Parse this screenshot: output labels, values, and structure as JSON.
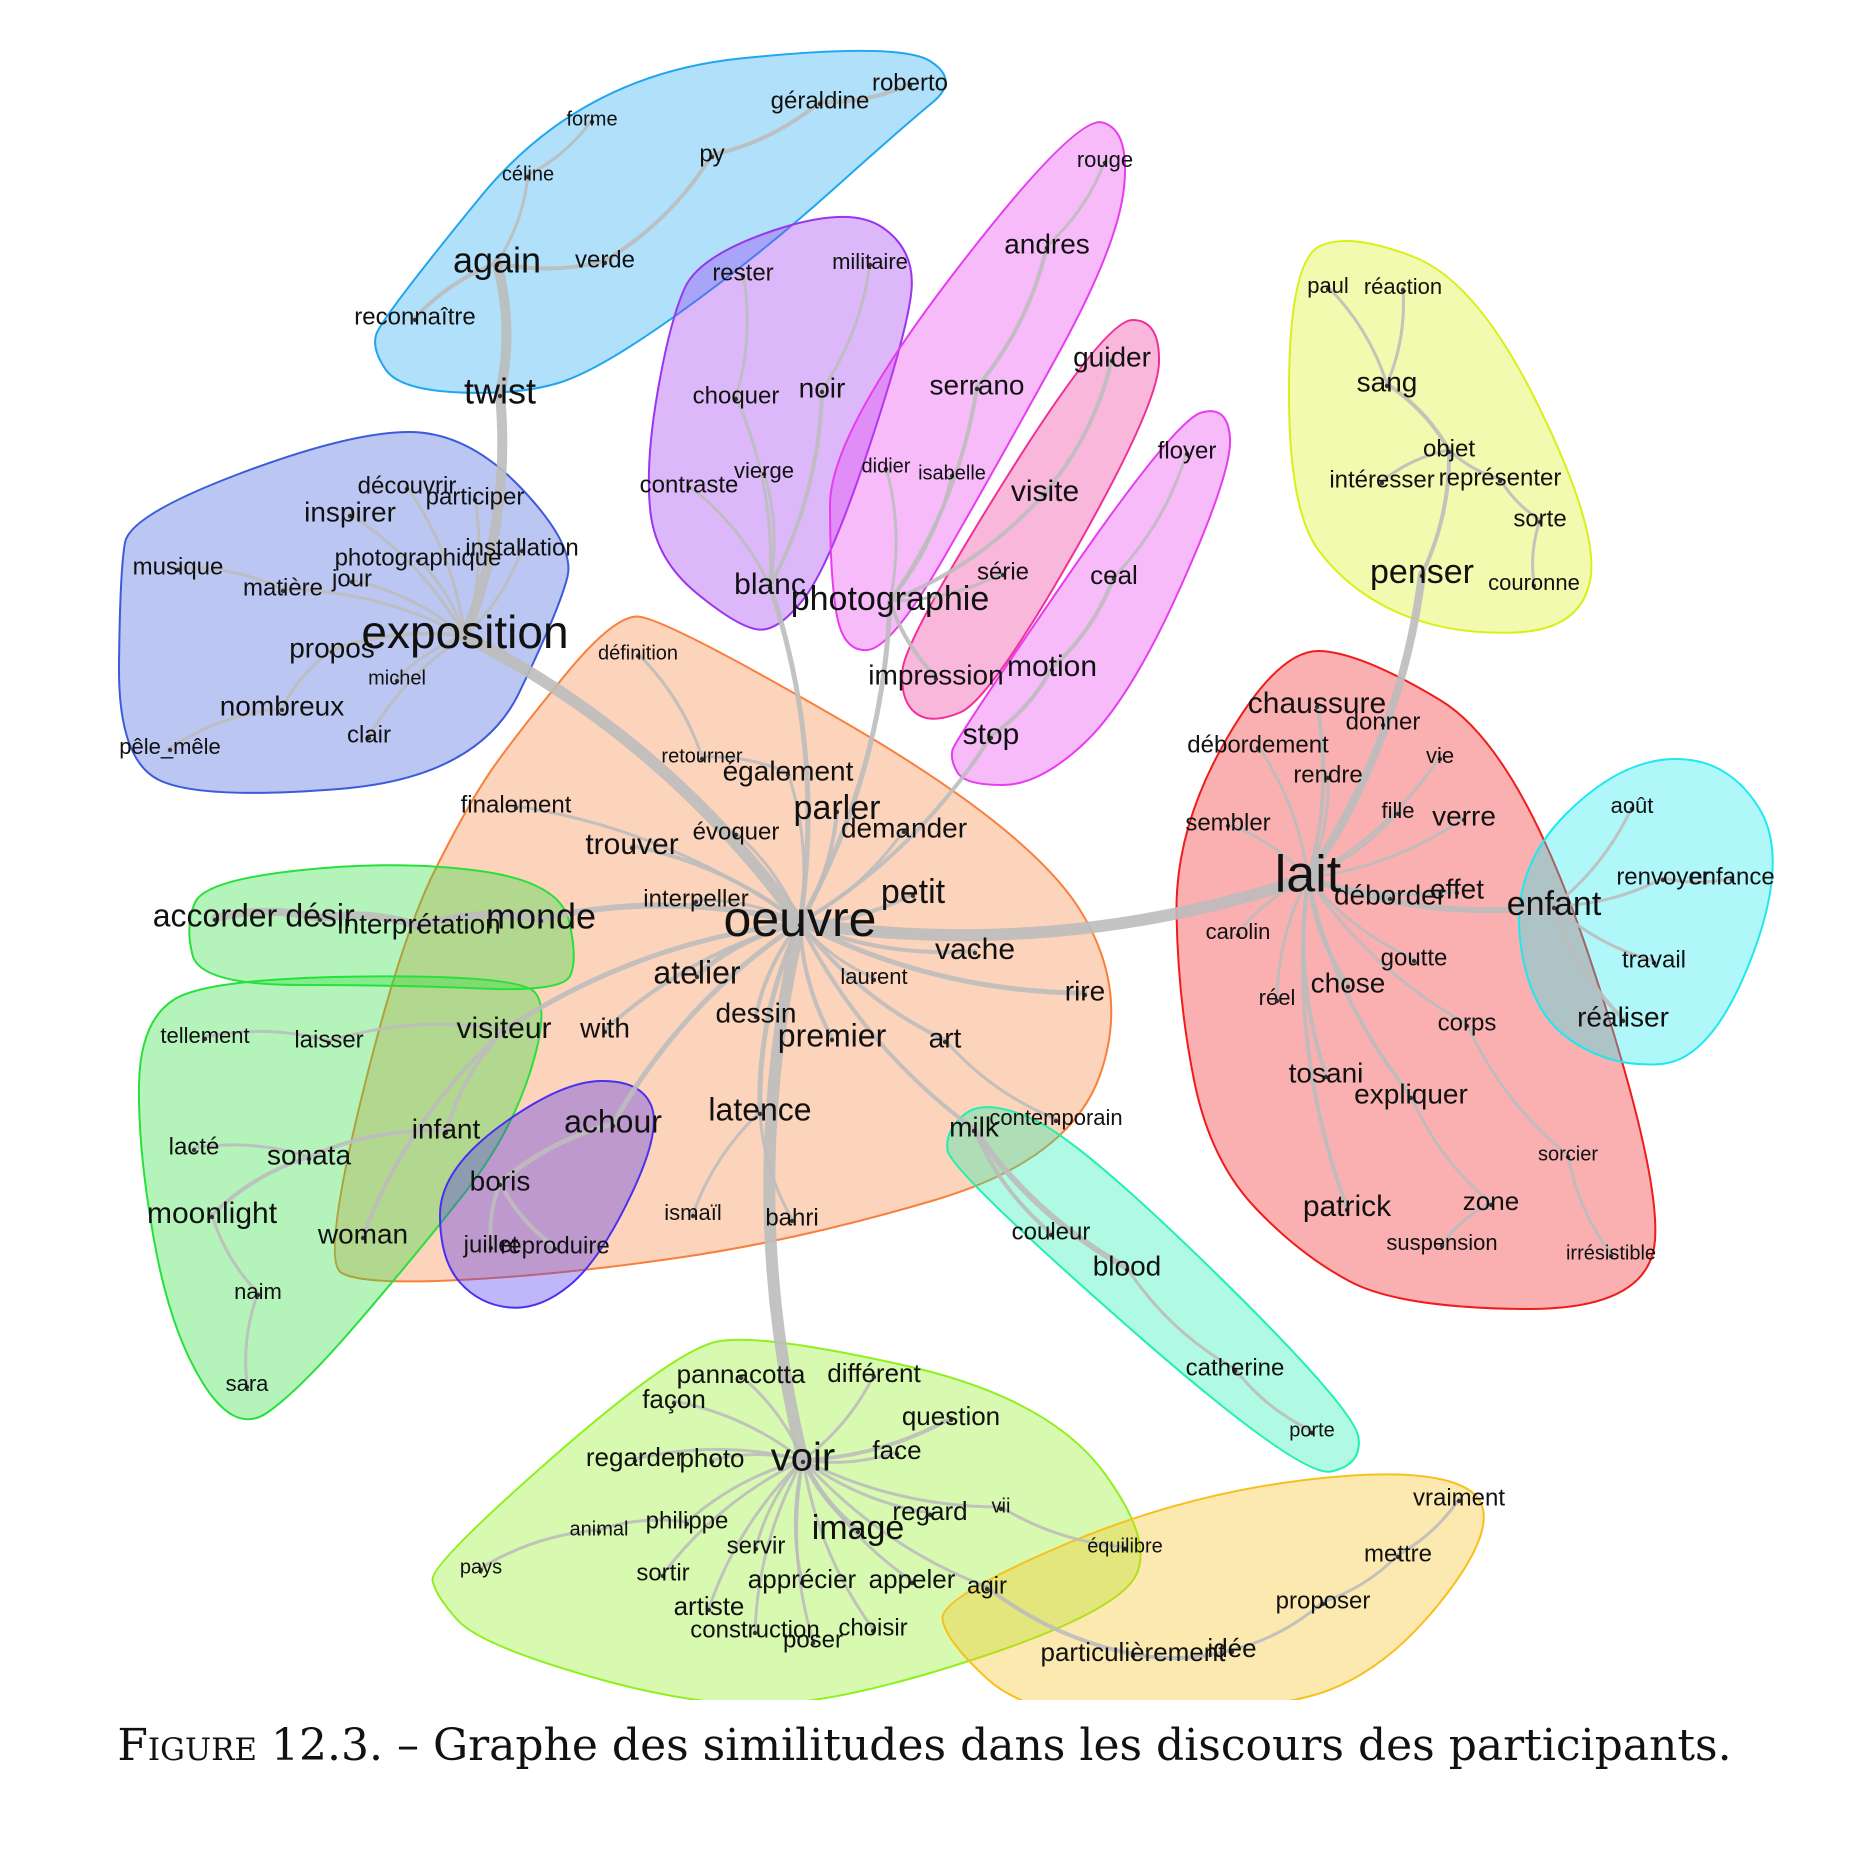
{
  "caption": {
    "label": "Figure 12.3.",
    "text": "– Graphe des similitudes dans les discours des participants."
  },
  "communities": [
    {
      "id": "blue",
      "color": "#1ea7f0"
    },
    {
      "id": "indigo",
      "color": "#3b5bdb"
    },
    {
      "id": "purple",
      "color": "#9b34f0"
    },
    {
      "id": "magenta",
      "color": "#e83cf0"
    },
    {
      "id": "pink",
      "color": "#f0309a"
    },
    {
      "id": "yellow",
      "color": "#d8f018"
    },
    {
      "id": "orange",
      "color": "#f7803c"
    },
    {
      "id": "red",
      "color": "#f01c1c"
    },
    {
      "id": "cyan",
      "color": "#1ee8f0"
    },
    {
      "id": "green",
      "color": "#28e03c"
    },
    {
      "id": "violet",
      "color": "#4a2ff0"
    },
    {
      "id": "teal",
      "color": "#1ef0b0"
    },
    {
      "id": "lime",
      "color": "#8ef01c"
    },
    {
      "id": "amber",
      "color": "#f7c01c"
    }
  ],
  "words": {
    "oeuvre": "oeuvre",
    "exposition": "exposition",
    "lait": "lait",
    "voir": "voir",
    "again": "again",
    "twist": "twist",
    "verde": "verde",
    "py": "py",
    "geraldine": "géraldine",
    "roberto": "roberto",
    "forme": "forme",
    "celine": "céline",
    "reconnaitre": "reconnaître",
    "decouvrir": "découvrir",
    "participer": "participer",
    "inspirer": "inspirer",
    "photographique": "photographique",
    "installation": "installation",
    "musique": "musique",
    "matiere": "matière",
    "jour": "jour",
    "propos": "propos",
    "michel": "michel",
    "nombreux": "nombreux",
    "clair": "clair",
    "pele_mele": "pêle_mêle",
    "rester": "rester",
    "militaire": "militaire",
    "noir": "noir",
    "choquer": "choquer",
    "contraste": "contraste",
    "vierge": "vierge",
    "blanc": "blanc",
    "rouge": "rouge",
    "andres": "andres",
    "serrano": "serrano",
    "didier": "didier",
    "isabelle": "isabelle",
    "photographie": "photographie",
    "guider": "guider",
    "visite": "visite",
    "serie": "série",
    "impression": "impression",
    "floyer": "floyer",
    "ceal": "ceal",
    "motion": "motion",
    "stop": "stop",
    "paul": "paul",
    "reaction": "réaction",
    "sang": "sang",
    "objet": "objet",
    "interesser": "intéresser",
    "representer": "représenter",
    "sorte": "sorte",
    "penser": "penser",
    "couronne": "couronne",
    "chaussure": "chaussure",
    "donner": "donner",
    "debordement": "débordement",
    "vie": "vie",
    "rendre": "rendre",
    "fille": "fille",
    "verre": "verre",
    "sembler": "sembler",
    "deborder": "déborder",
    "effet": "effet",
    "carolin": "carolin",
    "goutte": "goutte",
    "chose": "chose",
    "reel": "réel",
    "corps": "corps",
    "tosani": "tosani",
    "expliquer": "expliquer",
    "sorcier": "sorcier",
    "patrick": "patrick",
    "zone": "zone",
    "suspension": "suspension",
    "irresistible": "irrésistible",
    "aout": "août",
    "renvoyer": "renvoyer",
    "enfance": "enfance",
    "enfant": "enfant",
    "travail": "travail",
    "realiser": "réaliser",
    "definition": "définition",
    "retourner": "retourner",
    "egalement": "également",
    "finalement": "finalement",
    "parler": "parler",
    "evoquer": "évoquer",
    "demander": "demander",
    "trouver": "trouver",
    "interpeller": "interpeller",
    "petit": "petit",
    "vache": "vache",
    "atelier": "atelier",
    "laurent": "laurent",
    "rire": "rire",
    "dessin": "dessin",
    "with": "with",
    "premier": "premier",
    "art": "art",
    "latence": "latence",
    "ismail": "ismaïl",
    "bahri": "bahri",
    "contemporain": "contemporain",
    "accorder": "accorder",
    "desir": "désir",
    "interpretation": "interprétation",
    "monde": "monde",
    "tellement": "tellement",
    "laisser": "laisser",
    "visiteur": "visiteur",
    "lacte": "lacté",
    "sonata": "sonata",
    "infant": "infant",
    "moonlight": "moonlight",
    "woman": "woman",
    "naim": "naim",
    "sara": "sara",
    "achour": "achour",
    "boris": "boris",
    "juillet": "juillet",
    "reproduire": "reproduire",
    "milk": "milk",
    "couleur": "couleur",
    "blood": "blood",
    "catherine": "catherine",
    "porte": "porte",
    "pannacotta": "pannacotta",
    "different": "différent",
    "facon": "façon",
    "question": "question",
    "regarder": "regarder",
    "photo": "photo",
    "face": "face",
    "vii": "vii",
    "regard": "regard",
    "animal": "animal",
    "philippe": "philippe",
    "image": "image",
    "pays": "pays",
    "servir": "servir",
    "sortir": "sortir",
    "apprecier": "apprécier",
    "appeler": "appeler",
    "agir": "agir",
    "artiste": "artiste",
    "construction": "construction",
    "choisir": "choisir",
    "poser": "poser",
    "vraiment": "vraiment",
    "equilibre": "équilibre",
    "mettre": "mettre",
    "proposer": "proposer",
    "particulierement": "particulièrement",
    "idee": "idée"
  }
}
